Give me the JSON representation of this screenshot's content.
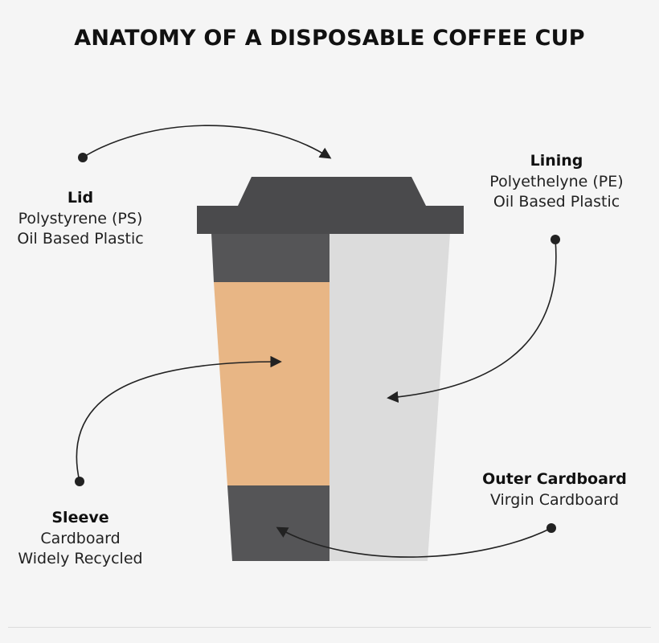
{
  "title": "ANATOMY OF A DISPOSABLE COFFEE CUP",
  "colors": {
    "lid": "#4a4a4c",
    "cup_dark": "#555557",
    "cup_light": "#dcdcdc",
    "sleeve": "#e8b685",
    "arrow": "#222222",
    "background": "#f5f5f5"
  },
  "labels": {
    "lid": {
      "heading": "Lid",
      "lines": [
        "Polystyrene (PS)",
        "Oil Based Plastic"
      ]
    },
    "lining": {
      "heading": "Lining",
      "lines": [
        "Polyethelyne (PE)",
        "Oil Based Plastic"
      ]
    },
    "sleeve": {
      "heading": "Sleeve",
      "lines": [
        "Cardboard",
        "Widely Recycled"
      ]
    },
    "outer": {
      "heading": "Outer Cardboard",
      "lines": [
        "Virgin Cardboard"
      ]
    }
  }
}
